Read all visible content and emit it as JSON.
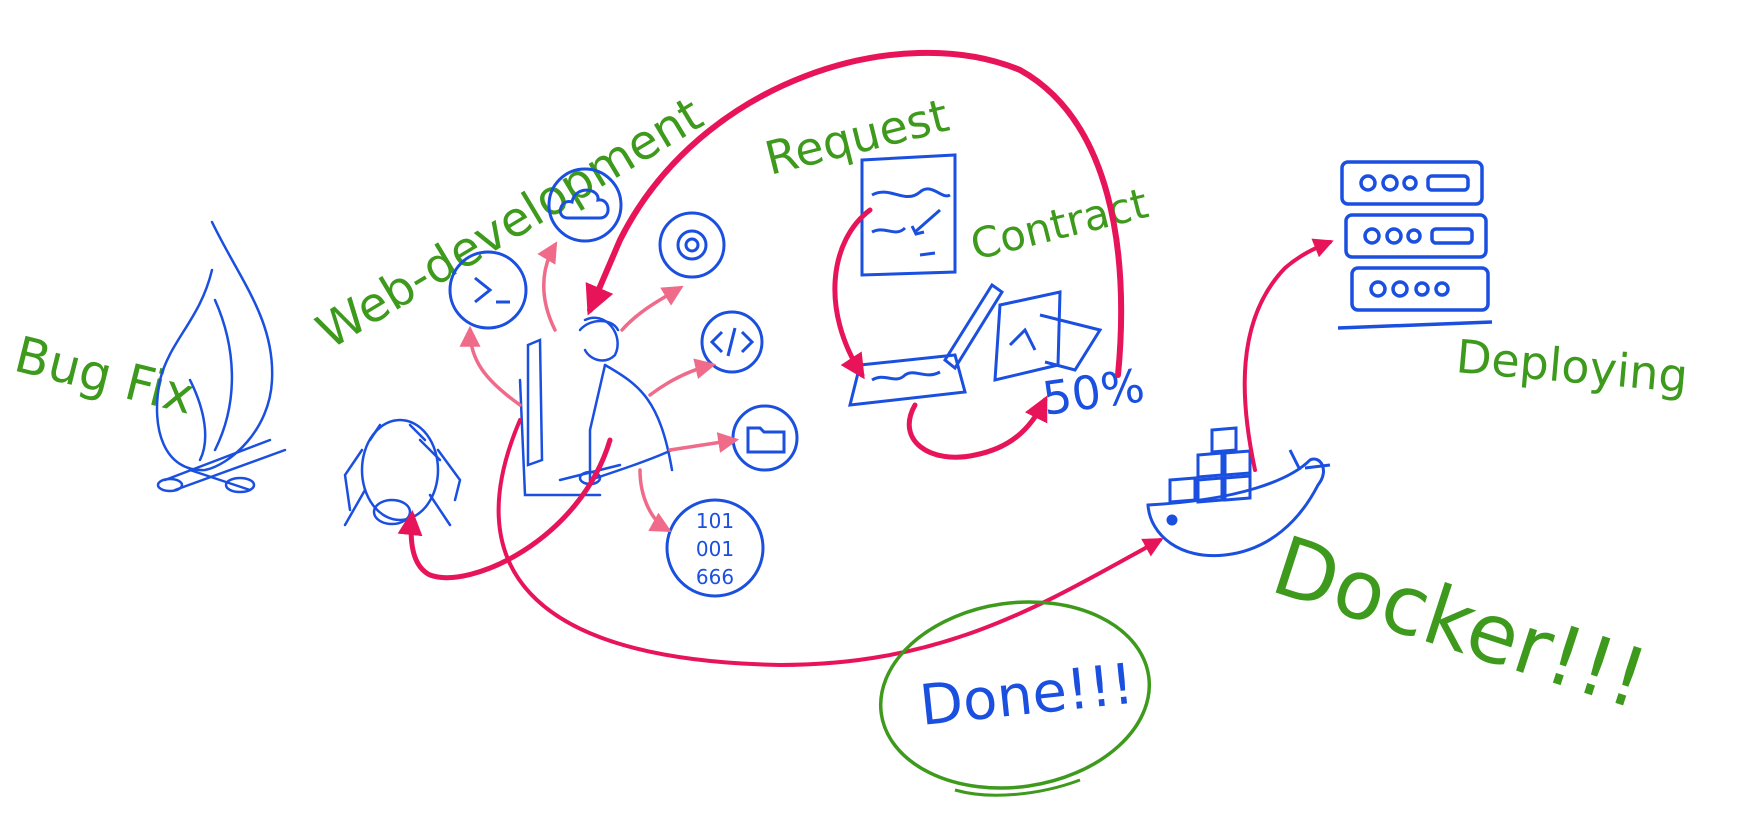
{
  "labels": {
    "bug_fix": "Bug Fix",
    "web_development": "Web-development",
    "request": "Request",
    "contract": "Contract",
    "percent": "50%",
    "deploying": "Deploying",
    "docker": "Docker!!!",
    "done": "Done!!!",
    "binary_row1": "101",
    "binary_row2": "001",
    "binary_row3": "666"
  },
  "colors": {
    "label_green": "#3d9a1c",
    "sketch_blue": "#1a4fe0",
    "arrow_red": "#e8145a",
    "arrow_pink": "#f06a8a",
    "done_blue": "#1a4fe0",
    "background": "#ffffff"
  },
  "icons": [
    "fire-icon",
    "bug-icon",
    "developer-at-computer-icon",
    "terminal-icon",
    "cloud-icon",
    "settings-icon",
    "code-icon",
    "folder-icon",
    "binary-icon",
    "request-document-icon",
    "signing-tablet-icon",
    "contract-paper-icon",
    "docker-whale-icon",
    "server-rack-icon"
  ]
}
